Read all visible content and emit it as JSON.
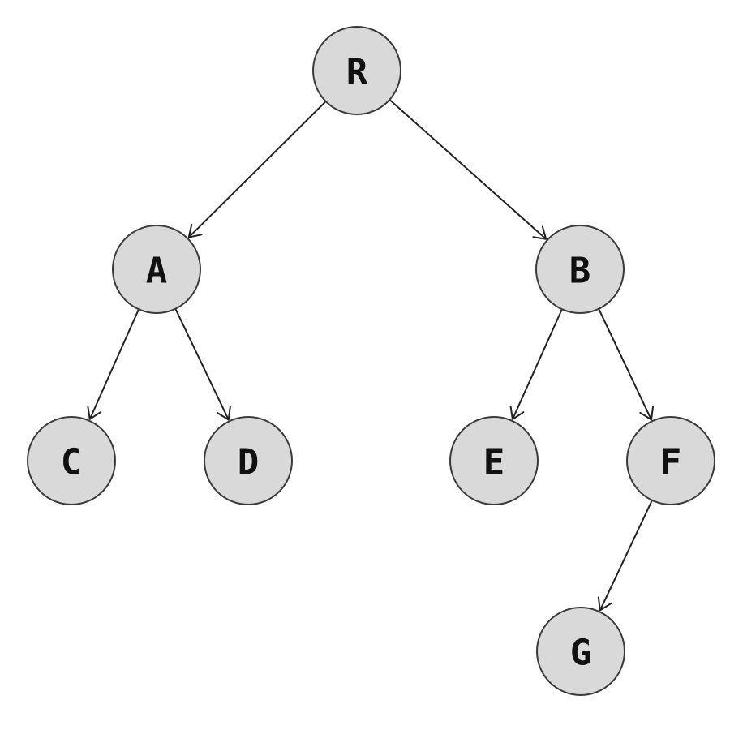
{
  "diagram": {
    "type": "tree",
    "nodes": [
      {
        "id": "R",
        "label": "R"
      },
      {
        "id": "A",
        "label": "A"
      },
      {
        "id": "B",
        "label": "B"
      },
      {
        "id": "C",
        "label": "C"
      },
      {
        "id": "D",
        "label": "D"
      },
      {
        "id": "E",
        "label": "E"
      },
      {
        "id": "F",
        "label": "F"
      },
      {
        "id": "G",
        "label": "G"
      }
    ],
    "edges": [
      {
        "from": "R",
        "to": "A"
      },
      {
        "from": "R",
        "to": "B"
      },
      {
        "from": "A",
        "to": "C"
      },
      {
        "from": "A",
        "to": "D"
      },
      {
        "from": "B",
        "to": "E"
      },
      {
        "from": "B",
        "to": "F"
      },
      {
        "from": "F",
        "to": "G"
      }
    ],
    "colors": {
      "node_fill": "#d9d9d9",
      "node_stroke": "#3a3a3a",
      "edge": "#222222",
      "text": "#111111"
    }
  }
}
